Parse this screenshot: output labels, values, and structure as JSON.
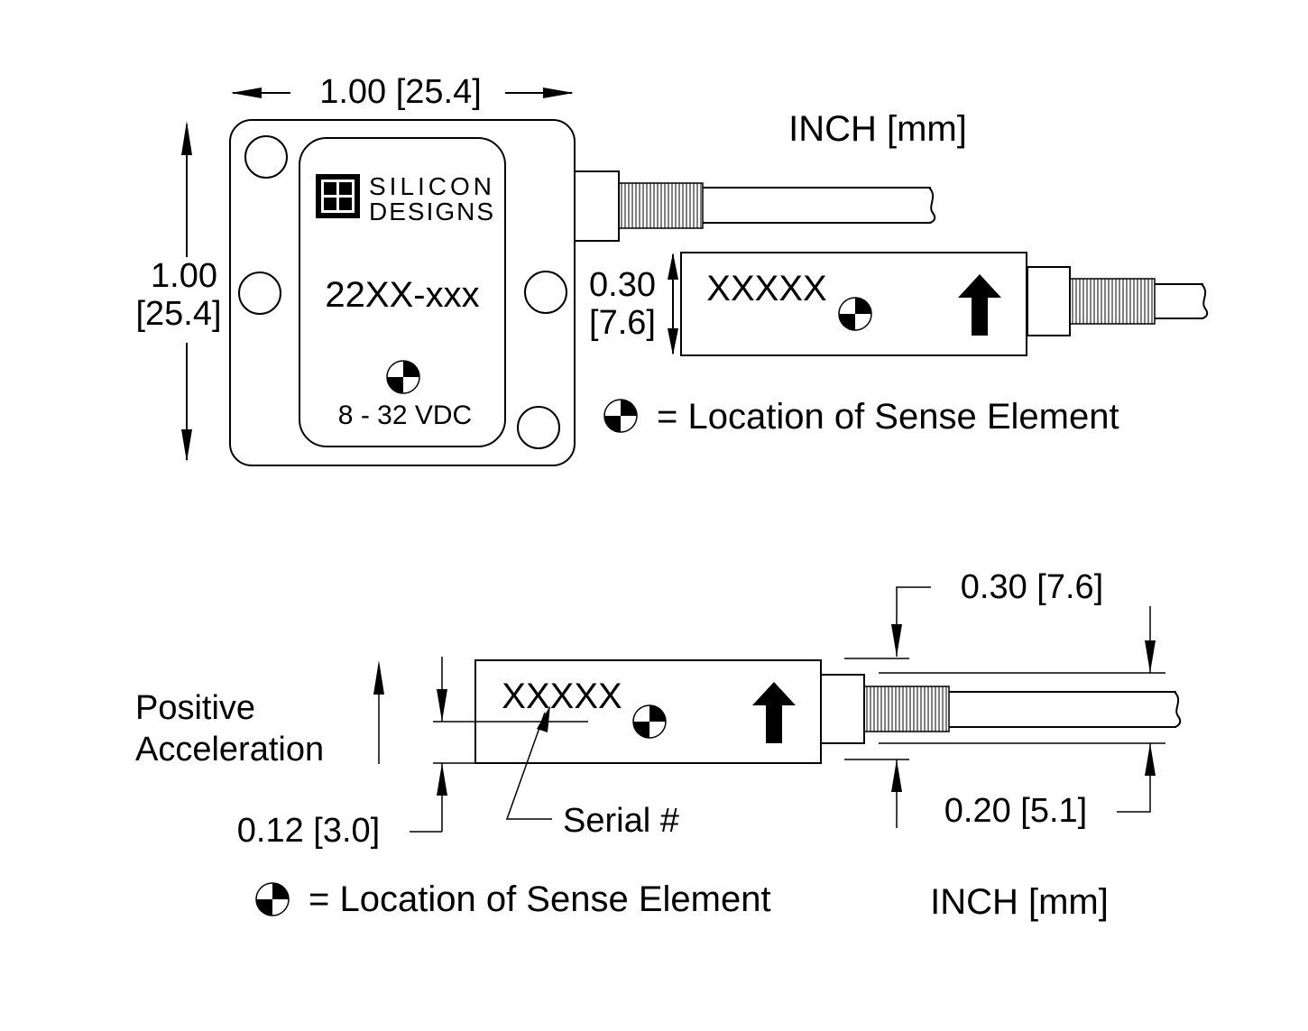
{
  "top_view": {
    "width_dim": "1.00 [25.4]",
    "height_dim_line1": "1.00",
    "height_dim_line2": "[25.4]",
    "logo_line1": "SILICON",
    "logo_line2": "DESIGNS",
    "model": "22XX-xxx",
    "voltage": "8 - 32 VDC",
    "units": "INCH [mm]"
  },
  "side_view_small": {
    "thickness_line1": "0.30",
    "thickness_line2": "[7.6]",
    "serial": "XXXXX"
  },
  "legend_top": {
    "text": "= Location of Sense Element"
  },
  "bottom_view": {
    "positive_line1": "Positive",
    "positive_line2": "Acceleration",
    "offset_dim": "0.12 [3.0]",
    "serial": "XXXXX",
    "serial_label": "Serial #",
    "connector_dim": "0.30 [7.6]",
    "cable_dim": "0.20 [5.1]",
    "units": "INCH [mm]"
  },
  "legend_bottom": {
    "text": "= Location of Sense Element"
  },
  "colors": {
    "ink": "#000000",
    "background": "#ffffff"
  }
}
